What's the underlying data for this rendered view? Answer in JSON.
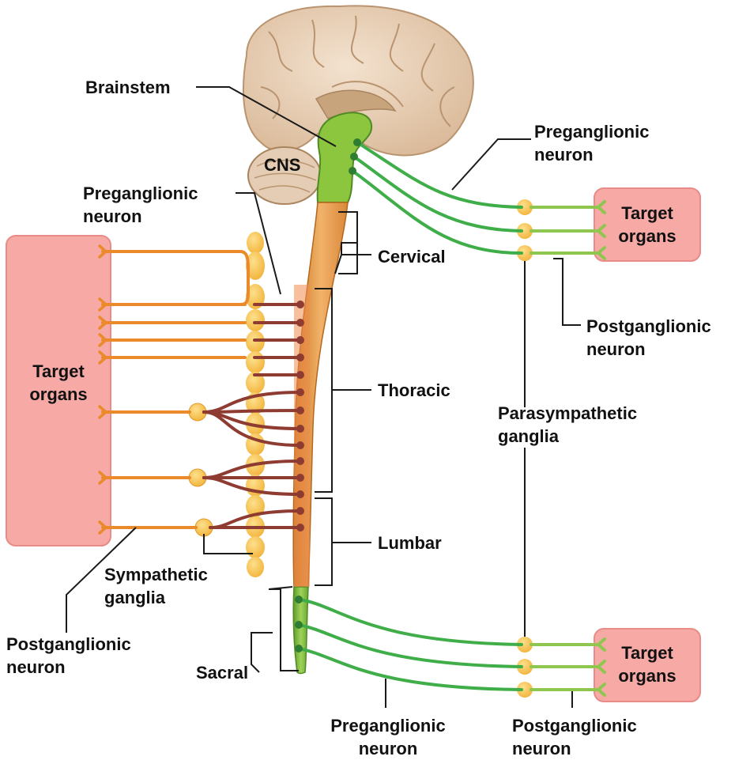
{
  "labels": {
    "brainstem": "Brainstem",
    "cns": "CNS",
    "preganglionic_left": [
      "Preganglionic",
      "neuron"
    ],
    "cervical": "Cervical",
    "thoracic": "Thoracic",
    "lumbar": "Lumbar",
    "sacral": "Sacral",
    "target_left": [
      "Target",
      "organs"
    ],
    "sympathetic_ganglia": [
      "Sympathetic",
      "ganglia"
    ],
    "postganglionic_left": [
      "Postganglionic",
      "neuron"
    ],
    "preganglionic_top_right": [
      "Preganglionic",
      "neuron"
    ],
    "target_top_right": [
      "Target",
      "organs"
    ],
    "postganglionic_mid_right": [
      "Postganglionic",
      "neuron"
    ],
    "parasympathetic_ganglia": [
      "Parasympathetic",
      "ganglia"
    ],
    "target_bottom_right": [
      "Target",
      "organs"
    ],
    "preganglionic_bottom": [
      "Preganglionic",
      "neuron"
    ],
    "postganglionic_bottom_right": [
      "Postganglionic",
      "neuron"
    ]
  },
  "colors": {
    "target_box": "#f6a9a5",
    "target_box_border": "#e98b87",
    "sympathetic_postganglionic": "#ea8a2b",
    "sympathetic_preganglionic": "#8e3b32",
    "parasympathetic_preganglionic": "#3fae49",
    "parasympathetic_postganglionic": "#8fc64f",
    "ganglia": "#f6c14a",
    "spinal_cord": "#efa95a",
    "brain": "#e8cdb1",
    "leader_line": "#1a1a1a"
  }
}
